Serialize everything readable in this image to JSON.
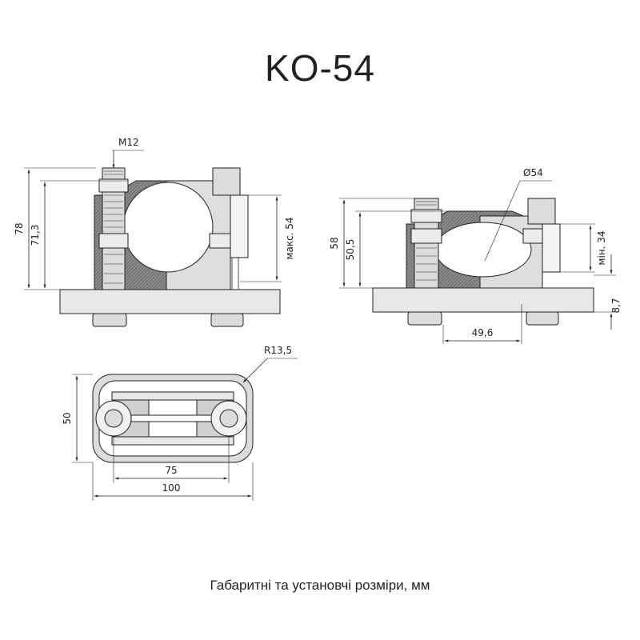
{
  "title": "KO-54",
  "caption": "Габаритні та установчі розміри, мм",
  "dims": {
    "m12": "M12",
    "h78": "78",
    "h71_3": "71,3",
    "max54": "макс. 54",
    "d54": "Ø54",
    "h58": "58",
    "h50_5": "50,5",
    "min34": "мін. 34",
    "w49_6": "49,6",
    "t8_7": "8,7",
    "r13_5": "R13,5",
    "h50": "50",
    "w75": "75",
    "w100": "100"
  },
  "colors": {
    "dark": "#555555",
    "mid": "#888888",
    "light": "#d9d9d9",
    "plate": "#e6e6e6"
  }
}
